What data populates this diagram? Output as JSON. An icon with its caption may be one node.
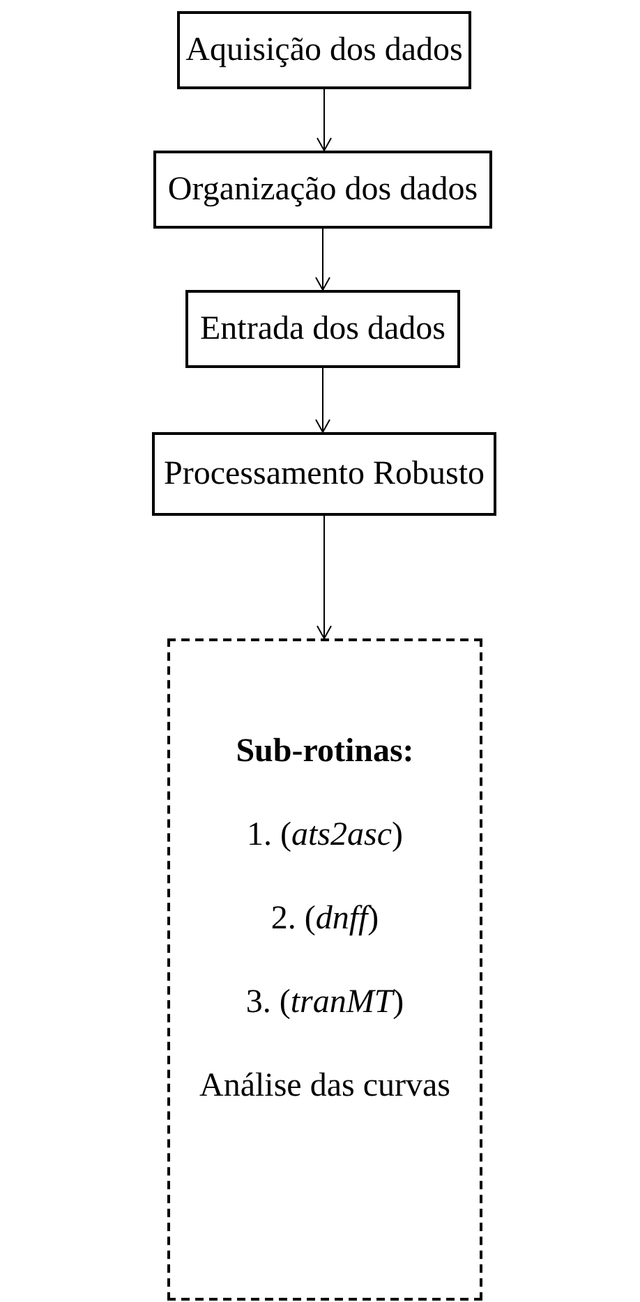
{
  "diagram": {
    "nodes": [
      {
        "text": [
          "Aquisição dos dados"
        ]
      },
      {
        "text": [
          "Organização dos dados"
        ]
      },
      {
        "text": [
          "Entrada dos dados"
        ]
      },
      {
        "text": [
          "Processamento Robusto"
        ]
      },
      {
        "text": [
          "Sub-rotinas:",
          "1. (*ats2asc*)",
          "2. (*dnff*)",
          "3. (*tranMT*)",
          "Análise das curvas"
        ]
      }
    ],
    "edges": [
      {
        "from": 0,
        "to": 1,
        "arrow": "to"
      },
      {
        "from": 1,
        "to": 2,
        "arrow": "to"
      },
      {
        "from": 2,
        "to": 3,
        "arrow": "to"
      },
      {
        "from": 3,
        "to": 4,
        "arrow": "to"
      }
    ]
  }
}
